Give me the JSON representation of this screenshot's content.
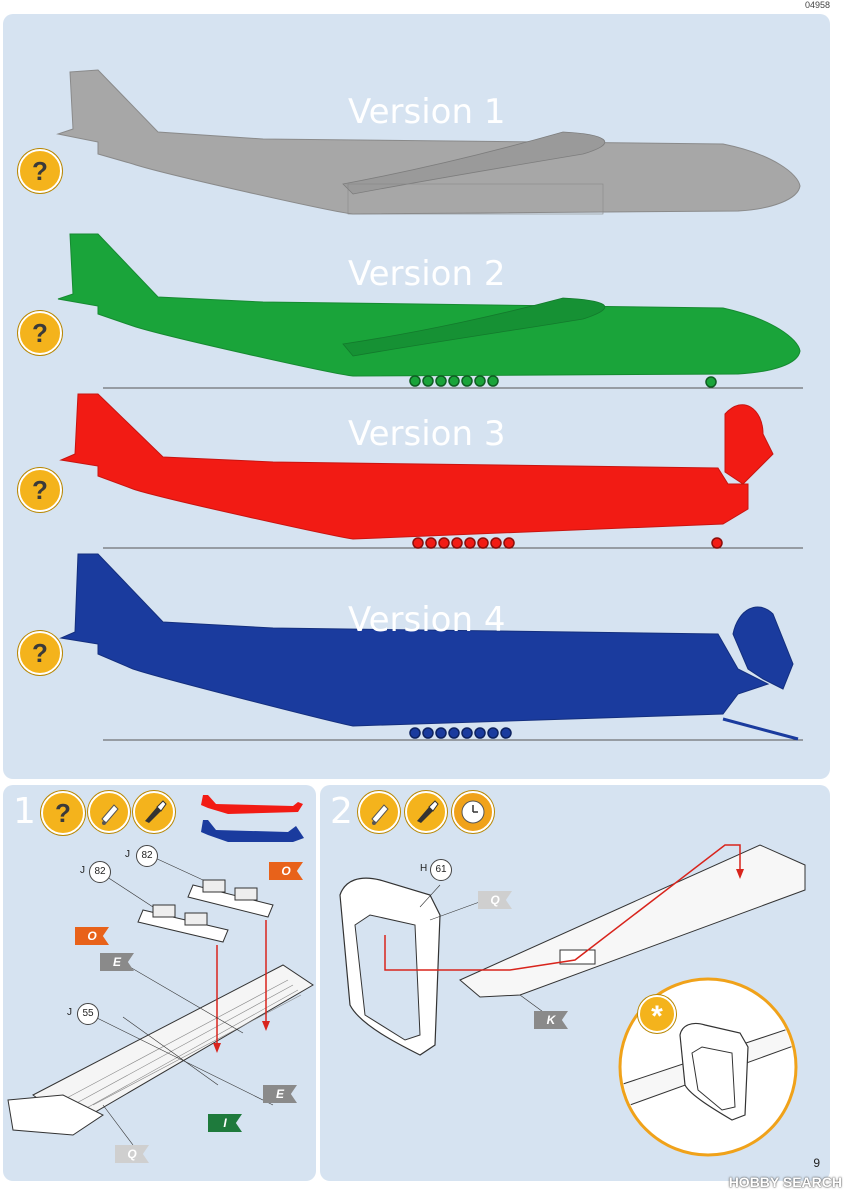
{
  "header": {
    "code": "04958"
  },
  "versions": [
    {
      "label": "Version 1",
      "color": "#a7a7a7"
    },
    {
      "label": "Version 2",
      "color": "#1aa43a"
    },
    {
      "label": "Version 3",
      "color": "#f21b14"
    },
    {
      "label": "Version 4",
      "color": "#1a3b9e"
    }
  ],
  "question_icon": "?",
  "steps": {
    "step1": {
      "number": "1",
      "icons": [
        "question-icon",
        "glue-icon",
        "paint-brush-icon"
      ],
      "parts": {
        "j82a": {
          "letter": "J",
          "num": "82"
        },
        "j82b": {
          "letter": "J",
          "num": "82"
        },
        "j55": {
          "letter": "J",
          "num": "55"
        }
      },
      "flags": {
        "o1": "O",
        "o2": "O",
        "e1": "E",
        "e2": "E",
        "i1": "I",
        "q1": "Q"
      }
    },
    "step2": {
      "number": "2",
      "icons": [
        "glue-icon",
        "paint-brush-icon",
        "clock-icon"
      ],
      "parts": {
        "h61": {
          "letter": "H",
          "num": "61"
        }
      },
      "flags": {
        "q": "Q",
        "k": "K"
      },
      "detail_icon": "*"
    }
  },
  "colors": {
    "orange_flag": "#e8621a",
    "grey_flag": "#8a8a8a",
    "green_flag": "#1e7a3c",
    "light_flag": "#cfcfcf",
    "panel": "#d6e3f1",
    "accent": "#f4b31c"
  },
  "footer": {
    "page": "9",
    "watermark": "HOBBY SEARCH"
  }
}
